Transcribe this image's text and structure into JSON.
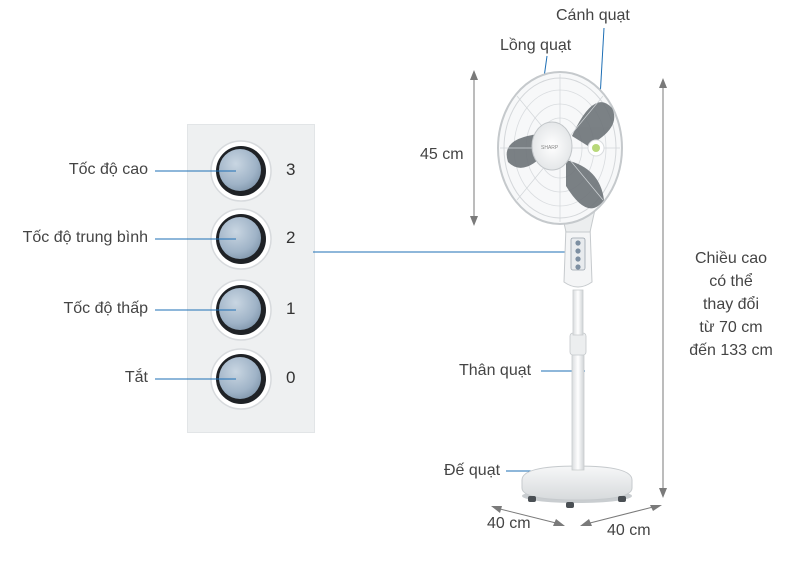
{
  "diagram": {
    "control_panel": {
      "buttons": [
        {
          "number": "3",
          "label": "Tốc độ cao"
        },
        {
          "number": "2",
          "label": "Tốc độ trung bình"
        },
        {
          "number": "1",
          "label": "Tốc độ thấp"
        },
        {
          "number": "0",
          "label": "Tắt"
        }
      ]
    },
    "fan_parts": {
      "blade": "Cánh quạt",
      "guard": "Lồng quạt",
      "body": "Thân quạt",
      "base": "Đế quạt"
    },
    "dimensions": {
      "head_height": "45 cm",
      "height_note": {
        "line1": "Chiều cao",
        "line2": "có thể",
        "line3": "thay đổi",
        "line4": "từ 70 cm",
        "line5": "đến 133 cm"
      },
      "base_depth": "40 cm",
      "base_width": "40 cm"
    },
    "brand": "SHARP",
    "colors": {
      "line": "#1e6fb5",
      "dim_line": "#7a7a7a",
      "button_fill": "#a4b8cc",
      "button_ring": "#1f2226",
      "panel": "#eef0f1",
      "fan_white": "#f3f4f5",
      "blade_gray": "#6f757a"
    }
  }
}
